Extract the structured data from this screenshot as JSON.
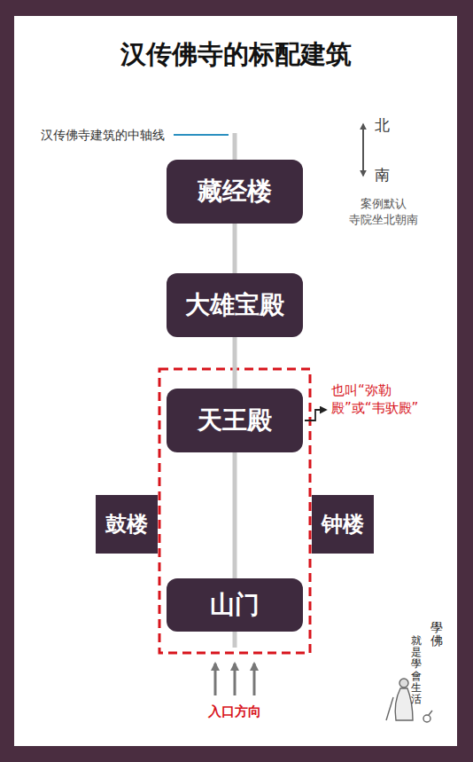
{
  "diagram": {
    "title": "汉传佛寺的标配建筑",
    "nodes": [
      {
        "text": [
          "藏经楼"
        ]
      },
      {
        "text": [
          "大雄宝殿"
        ]
      },
      {
        "text": [
          "天王殿"
        ]
      },
      {
        "text": [
          "鼓楼"
        ]
      },
      {
        "text": [
          "钟楼"
        ]
      },
      {
        "text": [
          "山门"
        ]
      }
    ],
    "edges": [
      {
        "from": 0,
        "to": 1,
        "arrow": "none"
      },
      {
        "from": 1,
        "to": 2,
        "arrow": "none"
      },
      {
        "from": 2,
        "to": 5,
        "arrow": "none"
      }
    ],
    "labels": [
      "汉传佛寺建筑的中轴线",
      "北",
      "南",
      "案例默认 寺院坐北朝南",
      "也叫“弥勒殿”或“韦驮殿”",
      "入口方向",
      "學佛",
      "就是學會生活"
    ]
  }
}
